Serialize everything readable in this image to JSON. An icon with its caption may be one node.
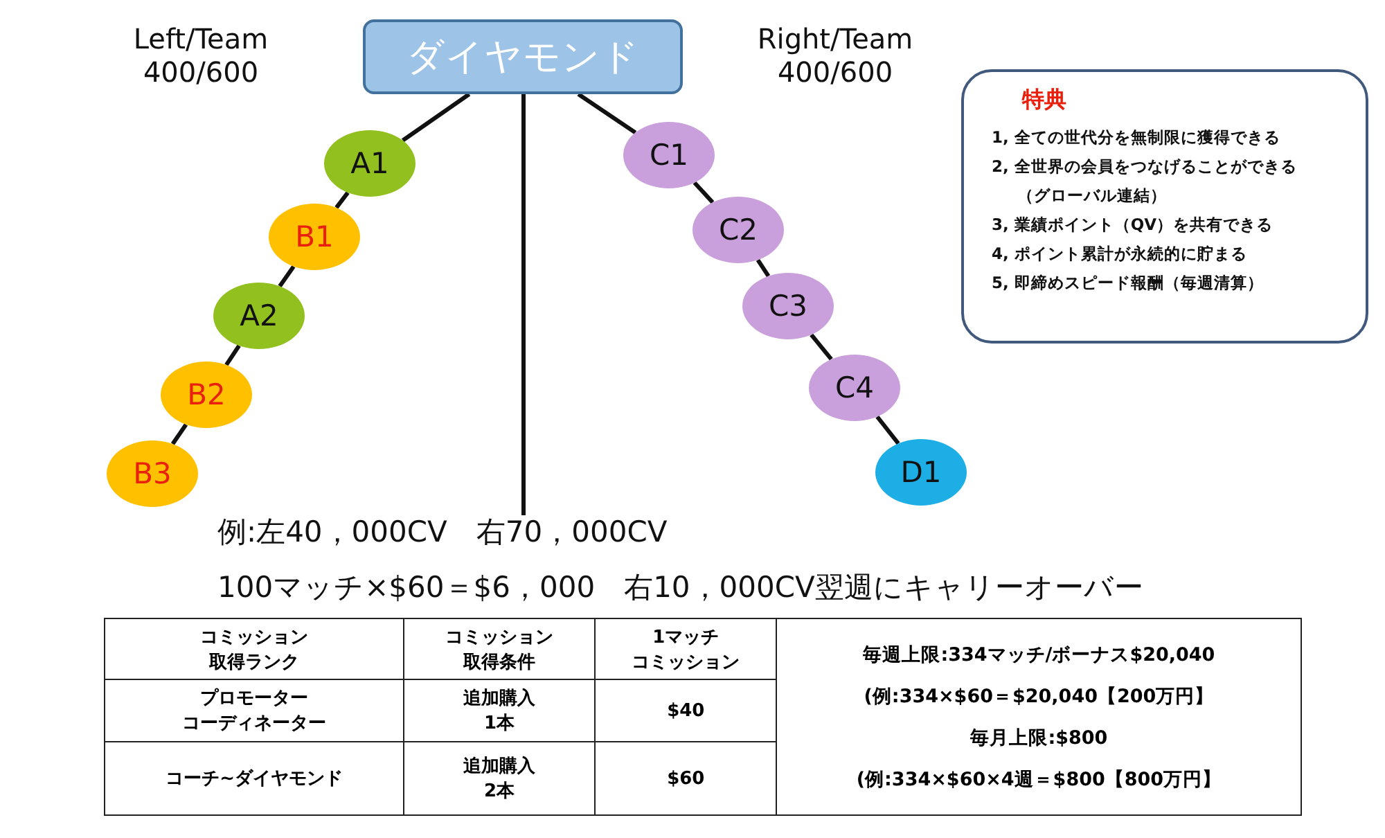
{
  "diagram": {
    "nodes": [
      {
        "text": [
          "ダイヤモンド"
        ]
      },
      {
        "text": [
          "A1"
        ]
      },
      {
        "text": [
          "B1"
        ]
      },
      {
        "text": [
          "A2"
        ]
      },
      {
        "text": [
          "B2"
        ]
      },
      {
        "text": [
          "B3"
        ]
      },
      {
        "text": [
          "C1"
        ]
      },
      {
        "text": [
          "C2"
        ]
      },
      {
        "text": [
          "C3"
        ]
      },
      {
        "text": [
          "C4"
        ]
      },
      {
        "text": [
          "D1"
        ]
      },
      {
        "text": [
          "例:左40，000CV　右70，000CV"
        ]
      },
      {
        "text": [
          "特典",
          "1, 全ての世代分を無制限に獲得できる",
          "2, 全世界の会員をつなげることができる（グローバル連結）",
          "3, 業績ポイント（QV）を共有できる",
          "4, ポイント累計が永続的に貯まる",
          "5, 即締めスピード報酬（毎週清算）"
        ]
      }
    ],
    "edges": [
      {
        "from": 0,
        "to": 1,
        "arrow": "none"
      },
      {
        "from": 1,
        "to": 2,
        "arrow": "none"
      },
      {
        "from": 2,
        "to": 3,
        "arrow": "none"
      },
      {
        "from": 3,
        "to": 4,
        "arrow": "none"
      },
      {
        "from": 4,
        "to": 5,
        "arrow": "none"
      },
      {
        "from": 0,
        "to": 6,
        "arrow": "none"
      },
      {
        "from": 6,
        "to": 7,
        "arrow": "none"
      },
      {
        "from": 7,
        "to": 8,
        "arrow": "none"
      },
      {
        "from": 8,
        "to": 9,
        "arrow": "none"
      },
      {
        "from": 9,
        "to": 10,
        "arrow": "none"
      },
      {
        "from": 0,
        "to": 11,
        "arrow": "none"
      }
    ],
    "labels": [
      "Left/Team",
      "400/600",
      "Right/Team",
      "400/600",
      "100マッチ×$60＝$6，000　右10，000CV翌週にキャリーオーバー",
      "コミッション取得ランク",
      "コミッション取得条件",
      "1マッチコミッション",
      "毎週上限:334マッチ/ボーナス$20,040",
      "(例:334×$60＝$20,040【200万円】",
      "毎月上限:$800",
      "(例:334×$60×4週＝$800【800万円】",
      "プロモーターコーディネーター",
      "追加購入1本",
      "$40",
      "コーチ~ダイヤモンド",
      "追加購入2本",
      "$60"
    ]
  }
}
